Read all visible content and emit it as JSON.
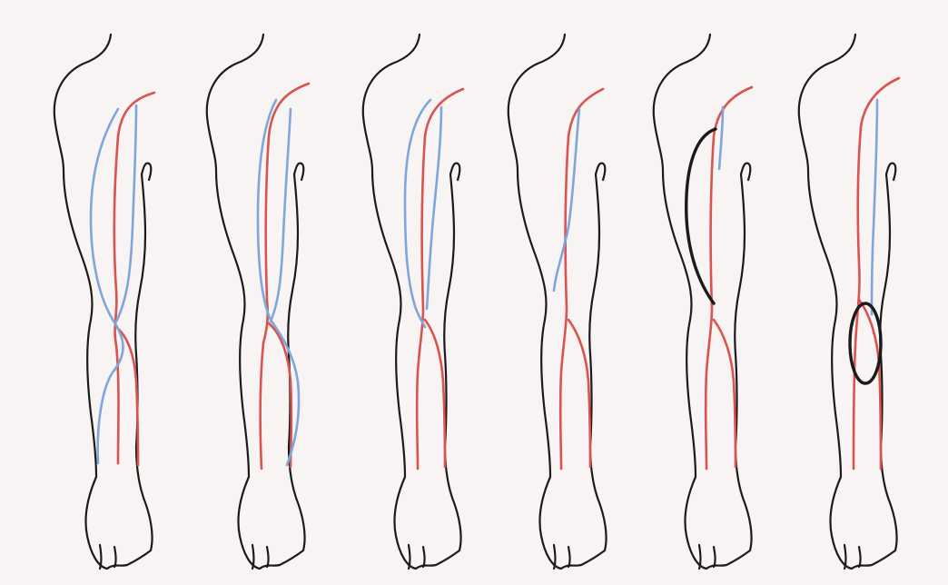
{
  "figure": {
    "background": "#f7f4f3",
    "colors": {
      "outline": "#1b1b1b",
      "artery": "#d9534f",
      "vein": "#7fa6dc",
      "marker": "#1a1a1a"
    },
    "panels": [
      {
        "variant": "upper-arm-and-forearm-vein-loop",
        "marker": "none"
      },
      {
        "variant": "forearm-vein-loop",
        "marker": "none"
      },
      {
        "variant": "upper-arm-vein-to-axilla",
        "marker": "none"
      },
      {
        "variant": "upper-arm-vein-short",
        "marker": "none"
      },
      {
        "variant": "upper-arm-graft",
        "marker": "ellipse-upper-arm"
      },
      {
        "variant": "elbow-graft",
        "marker": "ellipse-elbow"
      }
    ]
  }
}
